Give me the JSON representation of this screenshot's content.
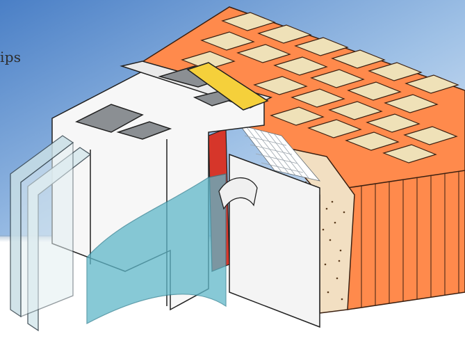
{
  "caption": {
    "text": "ips"
  },
  "colors": {
    "sky_top": "#4a7fc6",
    "sky_bottom": "#d9e7f6",
    "brick": "#ff8a4c",
    "brick_outline": "#3a1f10",
    "mortar_fill": "#efe1b8",
    "plaster": "#f2dfc2",
    "tape_red": "#d6362a",
    "tape_yellow": "#f5d03b",
    "glass": "#c9dfe6",
    "membrane": "#5fb7c9",
    "profile_white": "#f7f7f7",
    "profile_grey": "#8b8f93"
  },
  "icons": [
    "window-profile-illustration",
    "brick-wall-illustration",
    "glass-pane-illustration",
    "sealing-membrane-illustration"
  ]
}
